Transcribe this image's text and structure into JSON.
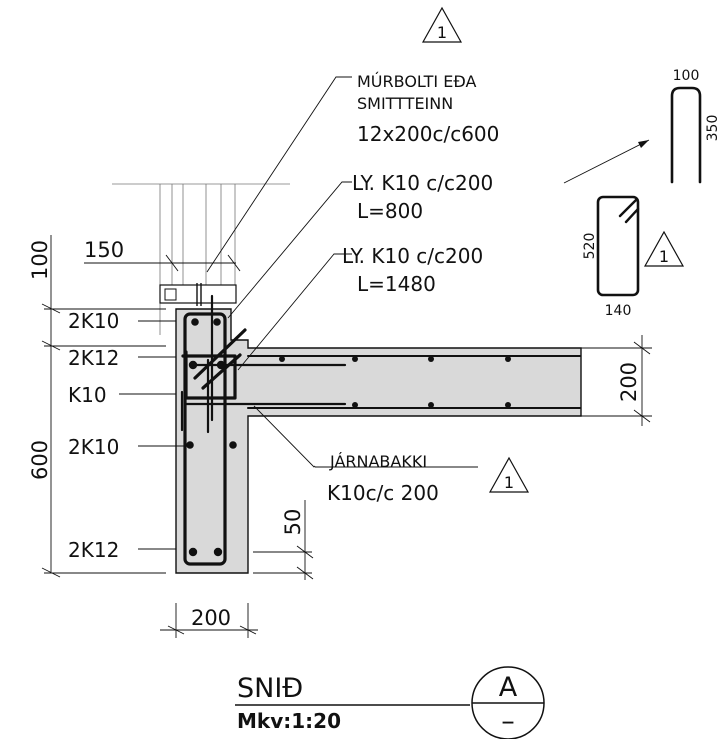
{
  "labels": {
    "anchor_line1": "MÚRBOLTI EÐA",
    "anchor_line2": "SMITTTEINN",
    "anchor_line3": "12x200c/c600",
    "ly1_line1": "LY. K10 c/c200",
    "ly1_line2": "L=800",
    "ly2_line1": "LY. K10 c/c200",
    "ly2_line2": "L=1480",
    "jarn_line1": "JÁRNABAKKI",
    "jarn_line2": "K10c/c 200",
    "bar_2k10_top": "2K10",
    "bar_2k12_mid": "2K12",
    "bar_k10": "K10",
    "bar_2k10_low": "2K10",
    "bar_2k12_bot": "2K12"
  },
  "revision": {
    "top": "1",
    "stirrup": "1",
    "jarn": "1"
  },
  "dimensions": {
    "d100": "100",
    "d600": "600",
    "d150": "150",
    "d200_slab": "200",
    "d200_bottom": "200",
    "d50": "50"
  },
  "shapes": {
    "hook_width": "100",
    "hook_height": "350",
    "stirrup_height": "520",
    "stirrup_width": "140"
  },
  "title": {
    "name": "SNIÐ",
    "scale": "Mkv:1:20",
    "section_letter": "A",
    "section_sub": "–"
  }
}
